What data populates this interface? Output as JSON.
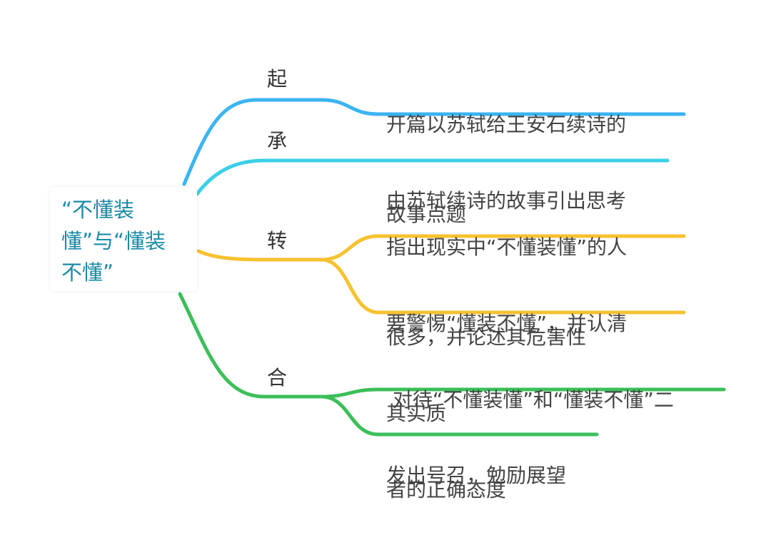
{
  "root": {
    "label": "“不懂装懂”与“懂装不懂”"
  },
  "branches": [
    {
      "label": "起",
      "color": "#3bb4f2",
      "leaves": [
        {
          "lines": [
            "开篇以苏轼给王安石续诗的",
            "故事点题"
          ]
        }
      ]
    },
    {
      "label": "承",
      "color": "#3ad0e8",
      "leaves": [
        {
          "lines": [
            "由苏轼续诗的故事引出思考"
          ]
        }
      ]
    },
    {
      "label": "转",
      "color": "#f7c230",
      "leaves": [
        {
          "lines": [
            "指出现实中“不懂装懂”的人",
            "很多，并论述其危害性"
          ]
        },
        {
          "lines": [
            "要警惕“懂装不懂”，并认清",
            "其实质"
          ]
        }
      ]
    },
    {
      "label": "合",
      "color": "#3cbf5a",
      "leaves": [
        {
          "lines": [
            " 对待“不懂装懂”和“懂装不懂”二",
            "者的正确态度"
          ]
        },
        {
          "lines": [
            "发出号召，勉励展望"
          ]
        }
      ]
    }
  ]
}
